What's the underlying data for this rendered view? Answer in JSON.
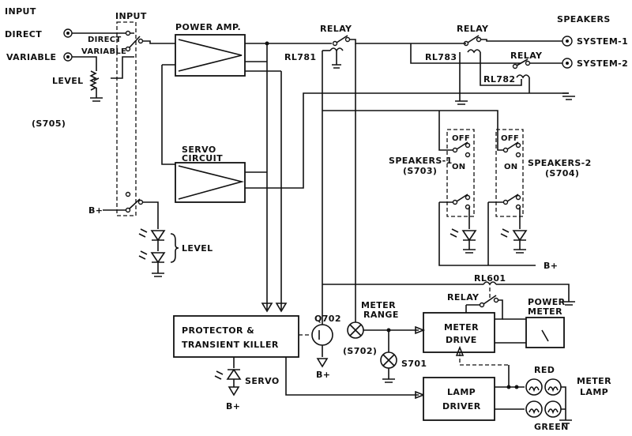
{
  "labels": {
    "input_direct_1": "INPUT",
    "input_direct_2": "DIRECT",
    "variable": "VARIABLE",
    "level": "LEVEL",
    "input_switch": "INPUT",
    "direct_pos": "DIRECT",
    "variable_pos": "VARIABLE",
    "s705": "(S705)",
    "b_plus": "B+",
    "level_leds": "LEVEL",
    "power_amp": "POWER AMP.",
    "servo_circuit_1": "SERVO",
    "servo_circuit_2": "CIRCUIT",
    "relay": "RELAY",
    "rl781": "RL781",
    "rl783": "RL783",
    "rl782": "RL782",
    "speakers": "SPEAKERS",
    "system1": "SYSTEM-1",
    "system2": "SYSTEM-2",
    "off": "OFF",
    "on": "ON",
    "speakers1": "SPEAKERS-1",
    "s703": "(S703)",
    "speakers2": "SPEAKERS-2",
    "s704": "(S704)",
    "rl601": "RL601",
    "q702": "Q702",
    "meter_range_1": "METER",
    "meter_range_2": "RANGE",
    "s702": "(S702)",
    "s701": "S701",
    "protector_1": "PROTECTOR &",
    "protector_2": "TRANSIENT KILLER",
    "servo": "SERVO",
    "meter_drive_1": "METER",
    "meter_drive_2": "DRIVE",
    "power_meter_1": "POWER",
    "power_meter_2": "METER",
    "lamp_driver_1": "LAMP",
    "lamp_driver_2": "DRIVER",
    "red": "RED",
    "green": "GREEN",
    "meter_lamp_1": "METER",
    "meter_lamp_2": "LAMP"
  }
}
